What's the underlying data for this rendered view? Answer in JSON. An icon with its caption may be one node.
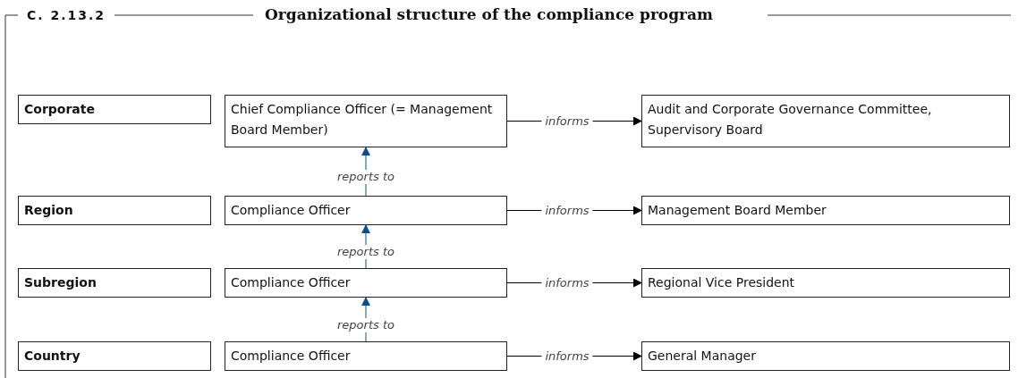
{
  "diagram": {
    "title": "Organizational structure of the compliance program",
    "nodes": [
      {
        "text": [
          "Corporate"
        ]
      },
      {
        "text": [
          "Chief Compliance Officer (= Management Board Member)"
        ]
      },
      {
        "text": [
          "Audit and Corporate Governance Committee, Supervisory Board"
        ]
      },
      {
        "text": [
          "Region"
        ]
      },
      {
        "text": [
          "Compliance Officer"
        ]
      },
      {
        "text": [
          "Management Board Member"
        ]
      },
      {
        "text": [
          "Subregion"
        ]
      },
      {
        "text": [
          "Compliance Officer"
        ]
      },
      {
        "text": [
          "Regional Vice President"
        ]
      },
      {
        "text": [
          "Country"
        ]
      },
      {
        "text": [
          "Compliance Officer"
        ]
      },
      {
        "text": [
          "General Manager"
        ]
      }
    ],
    "edges": [
      {
        "from": 1,
        "to": 2,
        "arrow": "to",
        "label": "informs"
      },
      {
        "from": 4,
        "to": 1,
        "arrow": "to",
        "label": "reports to",
        "color": "#0b4f8f"
      },
      {
        "from": 4,
        "to": 5,
        "arrow": "to",
        "label": "informs"
      },
      {
        "from": 7,
        "to": 4,
        "arrow": "to",
        "label": "reports to",
        "color": "#0b4f8f"
      },
      {
        "from": 7,
        "to": 8,
        "arrow": "to",
        "label": "informs"
      },
      {
        "from": 10,
        "to": 7,
        "arrow": "to",
        "label": "reports to",
        "color": "#0b4f8f"
      },
      {
        "from": 10,
        "to": 11,
        "arrow": "to",
        "label": "informs"
      }
    ],
    "labels": [
      "C. 2.13.2"
    ]
  }
}
